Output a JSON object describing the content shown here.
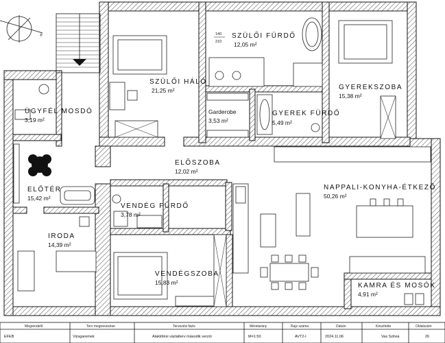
{
  "rooms": {
    "szuloi_furdo": {
      "name": "SZÜLŐI FÜRDŐ",
      "area": "12,05 m²"
    },
    "szuloi_halo": {
      "name": "SZÜLŐI HÁLÓ",
      "area": "21,25 m²"
    },
    "gyerekszoba": {
      "name": "GYEREKSZOBA",
      "area": "15,38 m²"
    },
    "ugyfel_mosdo": {
      "name": "ÜGYFÉL MOSDÓ",
      "area": "3,19 m²"
    },
    "garderobe": {
      "name": "Garderobe",
      "area": "3,53 m²"
    },
    "gyerek_furdo": {
      "name": "GYEREK FÜRDŐ",
      "area": "5,49 m²"
    },
    "eloszoba": {
      "name": "ELŐSZOBA",
      "area": "12,02 m²"
    },
    "eloter": {
      "name": "ELŐTÉR",
      "area": "15,42 m²"
    },
    "nappali": {
      "name": "NAPPALI-KONYHA-ÉTKEZŐ",
      "area": "50,26 m²"
    },
    "vendeg_furdo": {
      "name": "VENDÉG FÜRDŐ",
      "area": "3,78 m²"
    },
    "iroda": {
      "name": "IRODA",
      "area": "14,39 m²"
    },
    "vendegszoba": {
      "name": "VENDÉGSZOBA",
      "area": "15,83 m²"
    },
    "kamra": {
      "name": "KAMRA ÉS MOSÓK",
      "area": "4,91 m²"
    }
  },
  "door_mark": {
    "top": "140",
    "bottom": "210"
  },
  "title_block": {
    "headers": [
      "Megrendelő",
      "Terv megnevezése",
      "Tervezési fázis",
      "Méretarány",
      "Rajz száma",
      "Dátum",
      "Készítette",
      "Oldalszám"
    ],
    "values": [
      "EFEB",
      "Vizsgaremek",
      "Alaktölési vázlatterv második verzió",
      "M=1:50",
      "AVT2-I",
      "2024.11.06",
      "Vas Szilvia",
      "26"
    ]
  }
}
